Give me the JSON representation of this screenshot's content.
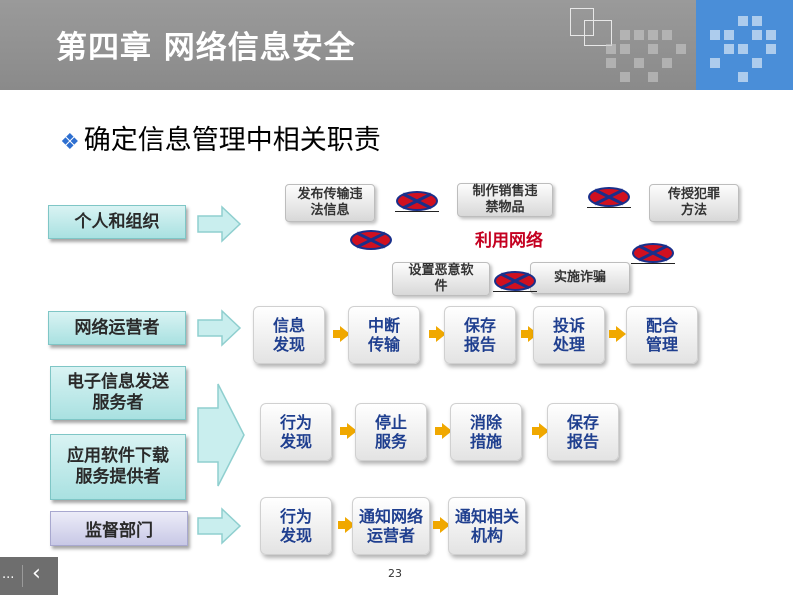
{
  "header": {
    "title": "第四章 网络信息安全"
  },
  "subtitle": {
    "bullet": "❖",
    "text": "确定信息管理中相关职责"
  },
  "groups": {
    "individuals": {
      "label": "个人和组织"
    },
    "operators": {
      "label": "网络运营者"
    },
    "e_info": {
      "label": "电子信息发送服务者"
    },
    "app_providers": {
      "label": "应用软件下载服务提供者"
    },
    "supervisors": {
      "label": "监督部门"
    }
  },
  "prohibited": {
    "item1": "发布传输违法信息",
    "item2": "制作销售违禁物品",
    "item3": "传授犯罪方法",
    "item4": "设置恶意软件",
    "item5": "实施诈骗",
    "center_label": "利用网络"
  },
  "flows": {
    "operators": [
      "信息\n发现",
      "中断\n传输",
      "保存\n报告",
      "投诉\n处理",
      "配合\n管理"
    ],
    "providers": [
      "行为\n发现",
      "停止\n服务",
      "消除\n措施",
      "保存\n报告"
    ],
    "supervisors": [
      "行为\n发现",
      "通知网络\n运营者",
      "通知相关\n机构"
    ]
  },
  "footer": {
    "nav_dots": "...",
    "nav_prev": "‹",
    "page_number": "23"
  },
  "colors": {
    "accent_blue": "#4a8ed8",
    "flow_text": "#1f3f8f",
    "arrow_orange": "#f0a800",
    "warn_red": "#c40020"
  }
}
